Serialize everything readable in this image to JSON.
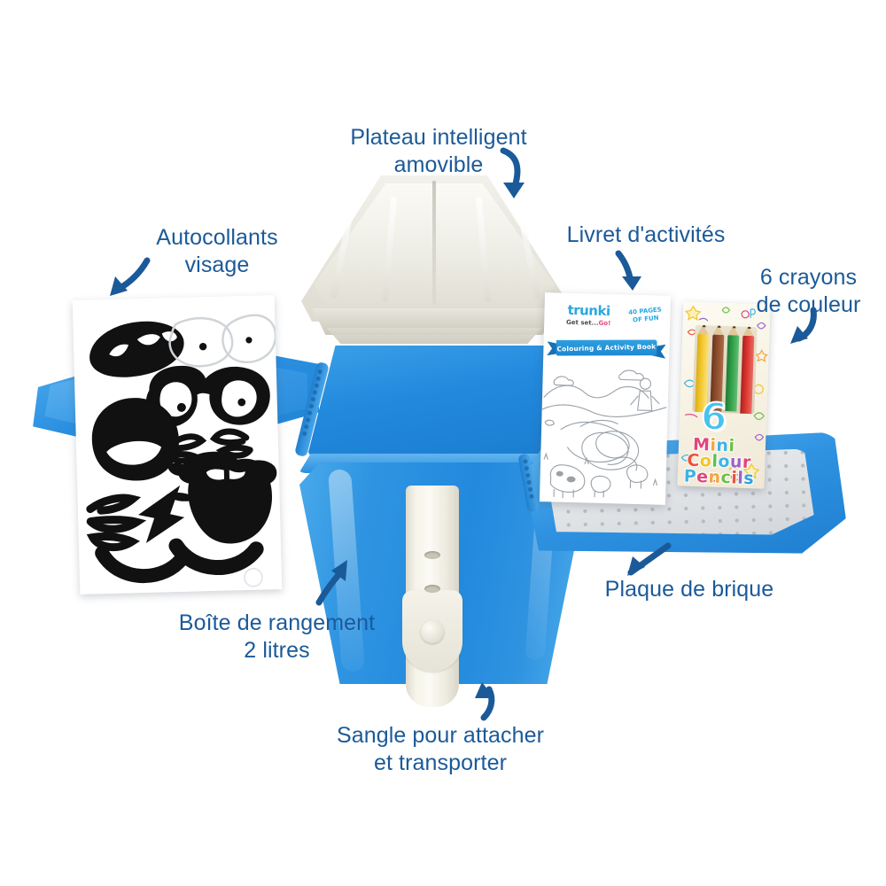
{
  "page": {
    "title": "Trunki Storage Box — Features Infographic",
    "language": "fr",
    "background_color": "#ffffff",
    "label_color": "#1b5a99",
    "product_blue": "#2289dd",
    "tray_cream": "#eceadf"
  },
  "callouts": [
    {
      "id": "tray",
      "label": "Plateau intelligent\namovible",
      "arrow": "curved-down-right"
    },
    {
      "id": "stickers",
      "label": "Autocollants\nvisage",
      "arrow": "curved-down-left"
    },
    {
      "id": "activity-book",
      "label": "Livret d'activités",
      "arrow": "curved-down"
    },
    {
      "id": "pencils",
      "label": "6 crayons\nde couleur",
      "arrow": "curved-down-left"
    },
    {
      "id": "storage-box",
      "label": "Boîte de rangement\n2 litres",
      "arrow": "curved-up-right"
    },
    {
      "id": "brick-plate",
      "label": "Plaque de brique",
      "arrow": "curved-up-left"
    },
    {
      "id": "strap",
      "label": "Sangle pour attacher\net transporter",
      "arrow": "curved-up-left"
    }
  ],
  "activity_book": {
    "brand": "trunki",
    "tagline_prefix": "Get set...",
    "tagline_suffix": "Go!",
    "pages_badge": "40 PAGES\nOF FUN",
    "banner_text": "Colouring & Activity Book",
    "cover_art": "farm-maze-line-drawing"
  },
  "pencil_pack": {
    "count": "6",
    "line1": "Mini",
    "line2": "Colour",
    "line3": "Pencils",
    "pencil_colors": [
      "#f2c52a",
      "#8a4a2c",
      "#2f9b45",
      "#d8332c"
    ],
    "word_colors": {
      "line1": [
        "#e0457b",
        "#f2a63b",
        "#3fb3e8",
        "#6fbf4a"
      ],
      "line2": [
        "#e8543a",
        "#f2c52a",
        "#5bbf54",
        "#3fb3e8",
        "#9a63c8",
        "#e0457b"
      ],
      "line3": [
        "#3fb3e8",
        "#e0457b",
        "#f2a63b",
        "#6fbf4a",
        "#e8543a",
        "#9a63c8",
        "#2fa2e2"
      ]
    }
  },
  "sticker_sheet": {
    "description": "Face sticker sheet, black silhouettes on white",
    "stickers": [
      "toothy-grin-mouth",
      "eye-left",
      "eye-right",
      "glasses",
      "open-mouth-circle",
      "eyelash-left",
      "eyelash-right",
      "big-smile-with-teeth",
      "whisker-left",
      "whisker-right",
      "smile-curve-small",
      "smile-curve-large"
    ]
  },
  "product_parts": {
    "tray_label": "removable smart tray",
    "box_label": "2 litre storage box",
    "strap_label": "carry strap with button",
    "brick_plate_label": "brick building plate",
    "wing_label": "hinged lid panel"
  }
}
